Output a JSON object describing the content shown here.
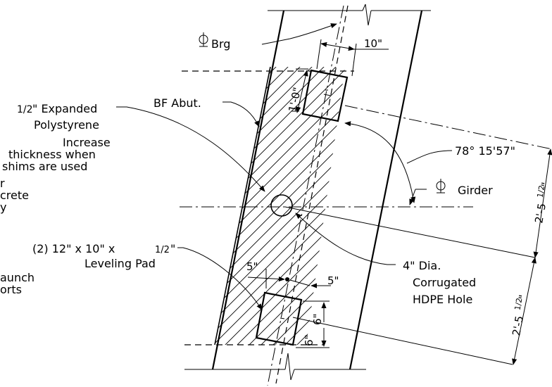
{
  "labels": {
    "cl_brg": "Brg",
    "dim_10": "10\"",
    "dim_1_0": "1'-0\"",
    "bf_abut": "BF Abut.",
    "expanded_half": "1/2",
    "expanded_rest": "\" Expanded",
    "polystyrene": "Polystyrene",
    "increase": "Increase",
    "thickness_when": "thickness when",
    "shims_used": "shims are used",
    "cut_r": "r",
    "cut_crete": "crete",
    "cut_y": "y",
    "angle": "78° 15'57\"",
    "cl_girder": "Girder",
    "dim_2_5a": "2'-5",
    "dim_half_a": "1/2",
    "dim_quote_a": "\"",
    "pad_line1_pre": "(2) 12\" x 10\" x ",
    "pad_half": "1/2",
    "pad_line1_post": "\"",
    "leveling_pad": "Leveling Pad",
    "cut_haunch": "aunch",
    "cut_orts": "orts",
    "dim_5_left": "5\"",
    "dim_5_right": "5\"",
    "hole_dia": "4\" Dia.",
    "hole_corr": "Corrugated",
    "hole_hdpe": "HDPE Hole",
    "dim_6_top": "6\"",
    "dim_6_bot": "6\"",
    "dim_2_5b": "2'-5",
    "dim_half_b": "1/2",
    "dim_quote_b": "\""
  },
  "icons": {
    "centerline_symbol": "centerline-symbol-icon"
  }
}
